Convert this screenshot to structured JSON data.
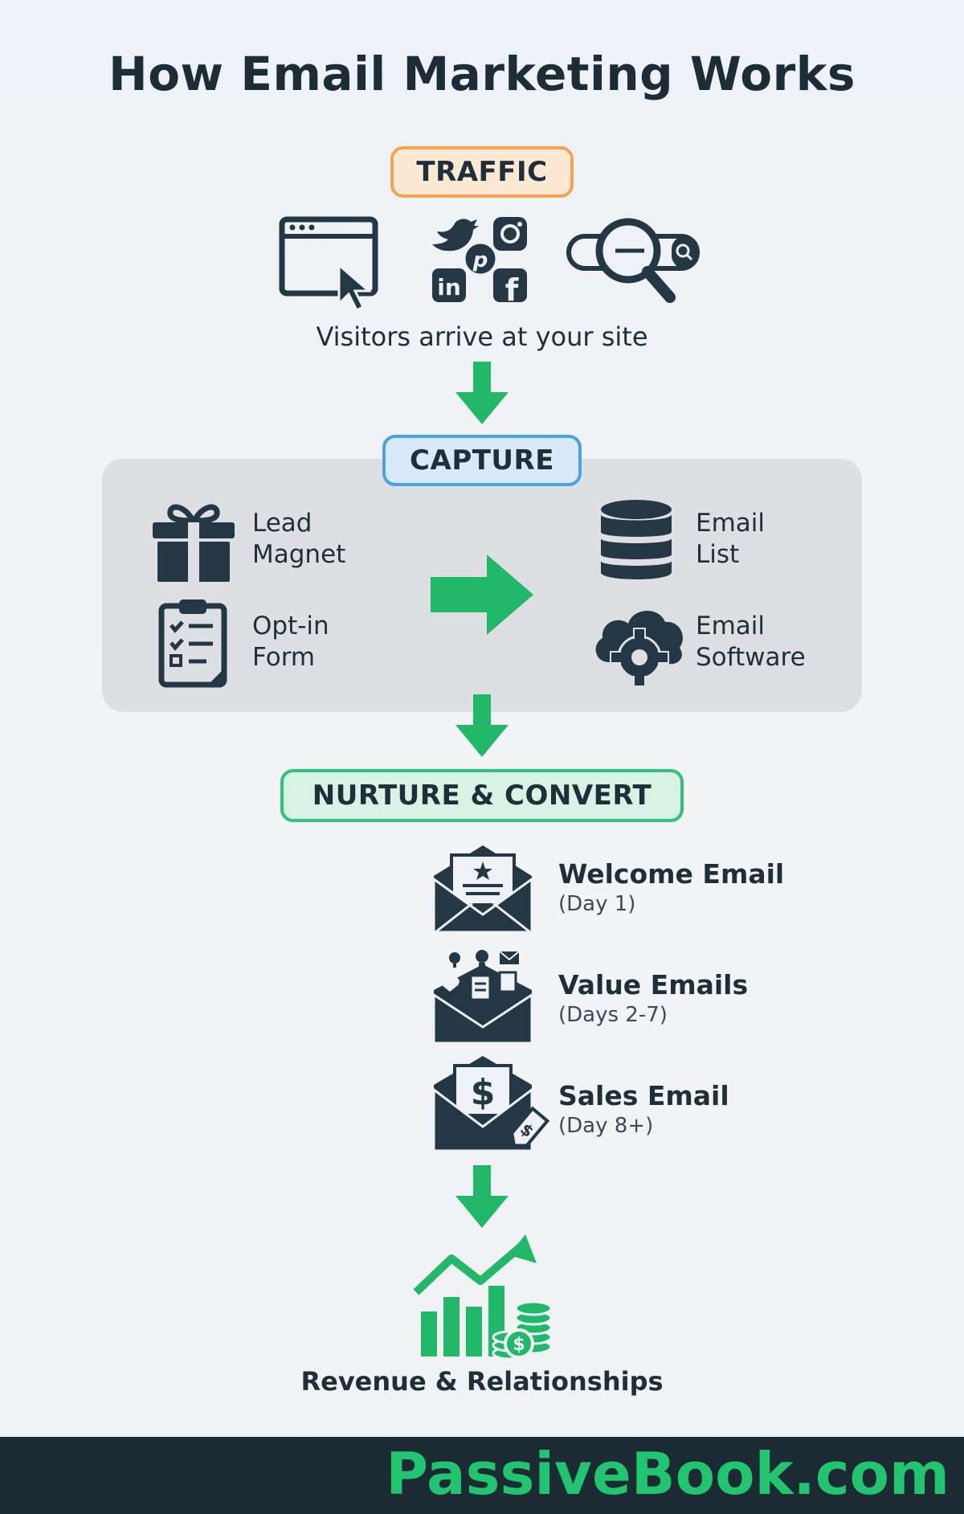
{
  "title": "How Email Marketing Works",
  "colors": {
    "dark": "#233744",
    "green": "#22b86a",
    "traffic_border": "#f2a551",
    "capture_border": "#4aa3e2",
    "nurture_border": "#2ec27a",
    "footer_bg": "#1b2a33",
    "brand": "#22c56f"
  },
  "traffic": {
    "label": "TRAFFIC",
    "icons": [
      "browser-window-icon",
      "social-media-icon",
      "search-icon"
    ],
    "caption": "Visitors arrive at your site"
  },
  "capture": {
    "label": "CAPTURE",
    "items": {
      "lead_magnet": {
        "line1": "Lead",
        "line2": "Magnet",
        "icon": "gift-icon"
      },
      "optin_form": {
        "line1": "Opt-in",
        "line2": "Form",
        "icon": "clipboard-icon"
      },
      "email_list": {
        "line1": "Email",
        "line2": "List",
        "icon": "database-icon"
      },
      "email_software": {
        "line1": "Email",
        "line2": "Software",
        "icon": "cloud-gear-icon"
      }
    }
  },
  "nurture": {
    "label": "NURTURE & CONVERT",
    "steps": [
      {
        "title": "Welcome Email",
        "sub": "(Day 1)",
        "icon": "welcome-envelope-icon"
      },
      {
        "title": "Value Emails",
        "sub": "(Days 2-7)",
        "icon": "value-envelope-icon"
      },
      {
        "title": "Sales Email",
        "sub": "(Day 8+)",
        "icon": "sales-envelope-icon"
      }
    ]
  },
  "result": {
    "label": "Revenue & Relationships",
    "icon": "revenue-growth-icon"
  },
  "footer": {
    "brand": "PassiveBook.com"
  }
}
